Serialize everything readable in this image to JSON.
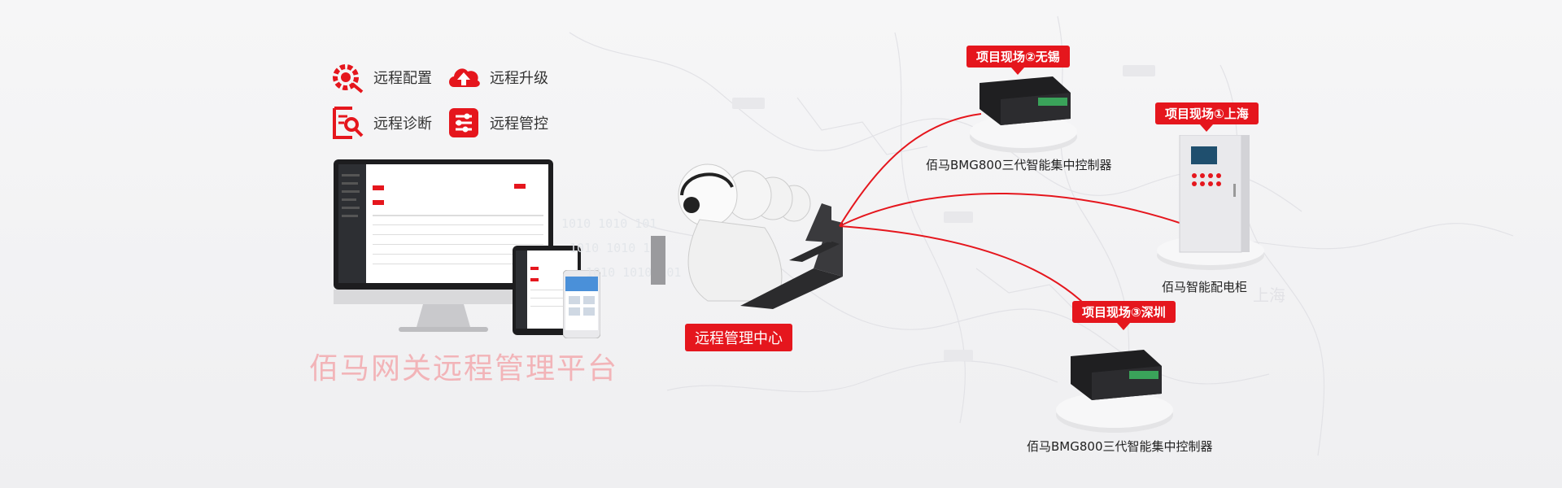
{
  "features": [
    {
      "label": "远程配置",
      "icon": "gear-search-icon"
    },
    {
      "label": "远程升级",
      "icon": "cloud-upload-icon"
    },
    {
      "label": "远程诊断",
      "icon": "document-search-icon"
    },
    {
      "label": "远程管控",
      "icon": "sliders-icon"
    }
  ],
  "platform_title": "佰马网关远程管理平台",
  "center_label": "远程管理中心",
  "sites": {
    "wuxi": {
      "tag": "项目现场②无锡",
      "caption": "佰马BMG800三代智能集中控制器"
    },
    "shanghai": {
      "tag": "项目现场①上海",
      "caption": "佰马智能配电柜"
    },
    "shenzhen": {
      "tag": "项目现场③深圳",
      "caption": "佰马BMG800三代智能集中控制器"
    }
  },
  "binary": "1010 1010 101",
  "map_label": "上海",
  "colors": {
    "accent": "#e5161d",
    "tag_text": "#ffffff",
    "title_faded": "#f2b4b8"
  }
}
